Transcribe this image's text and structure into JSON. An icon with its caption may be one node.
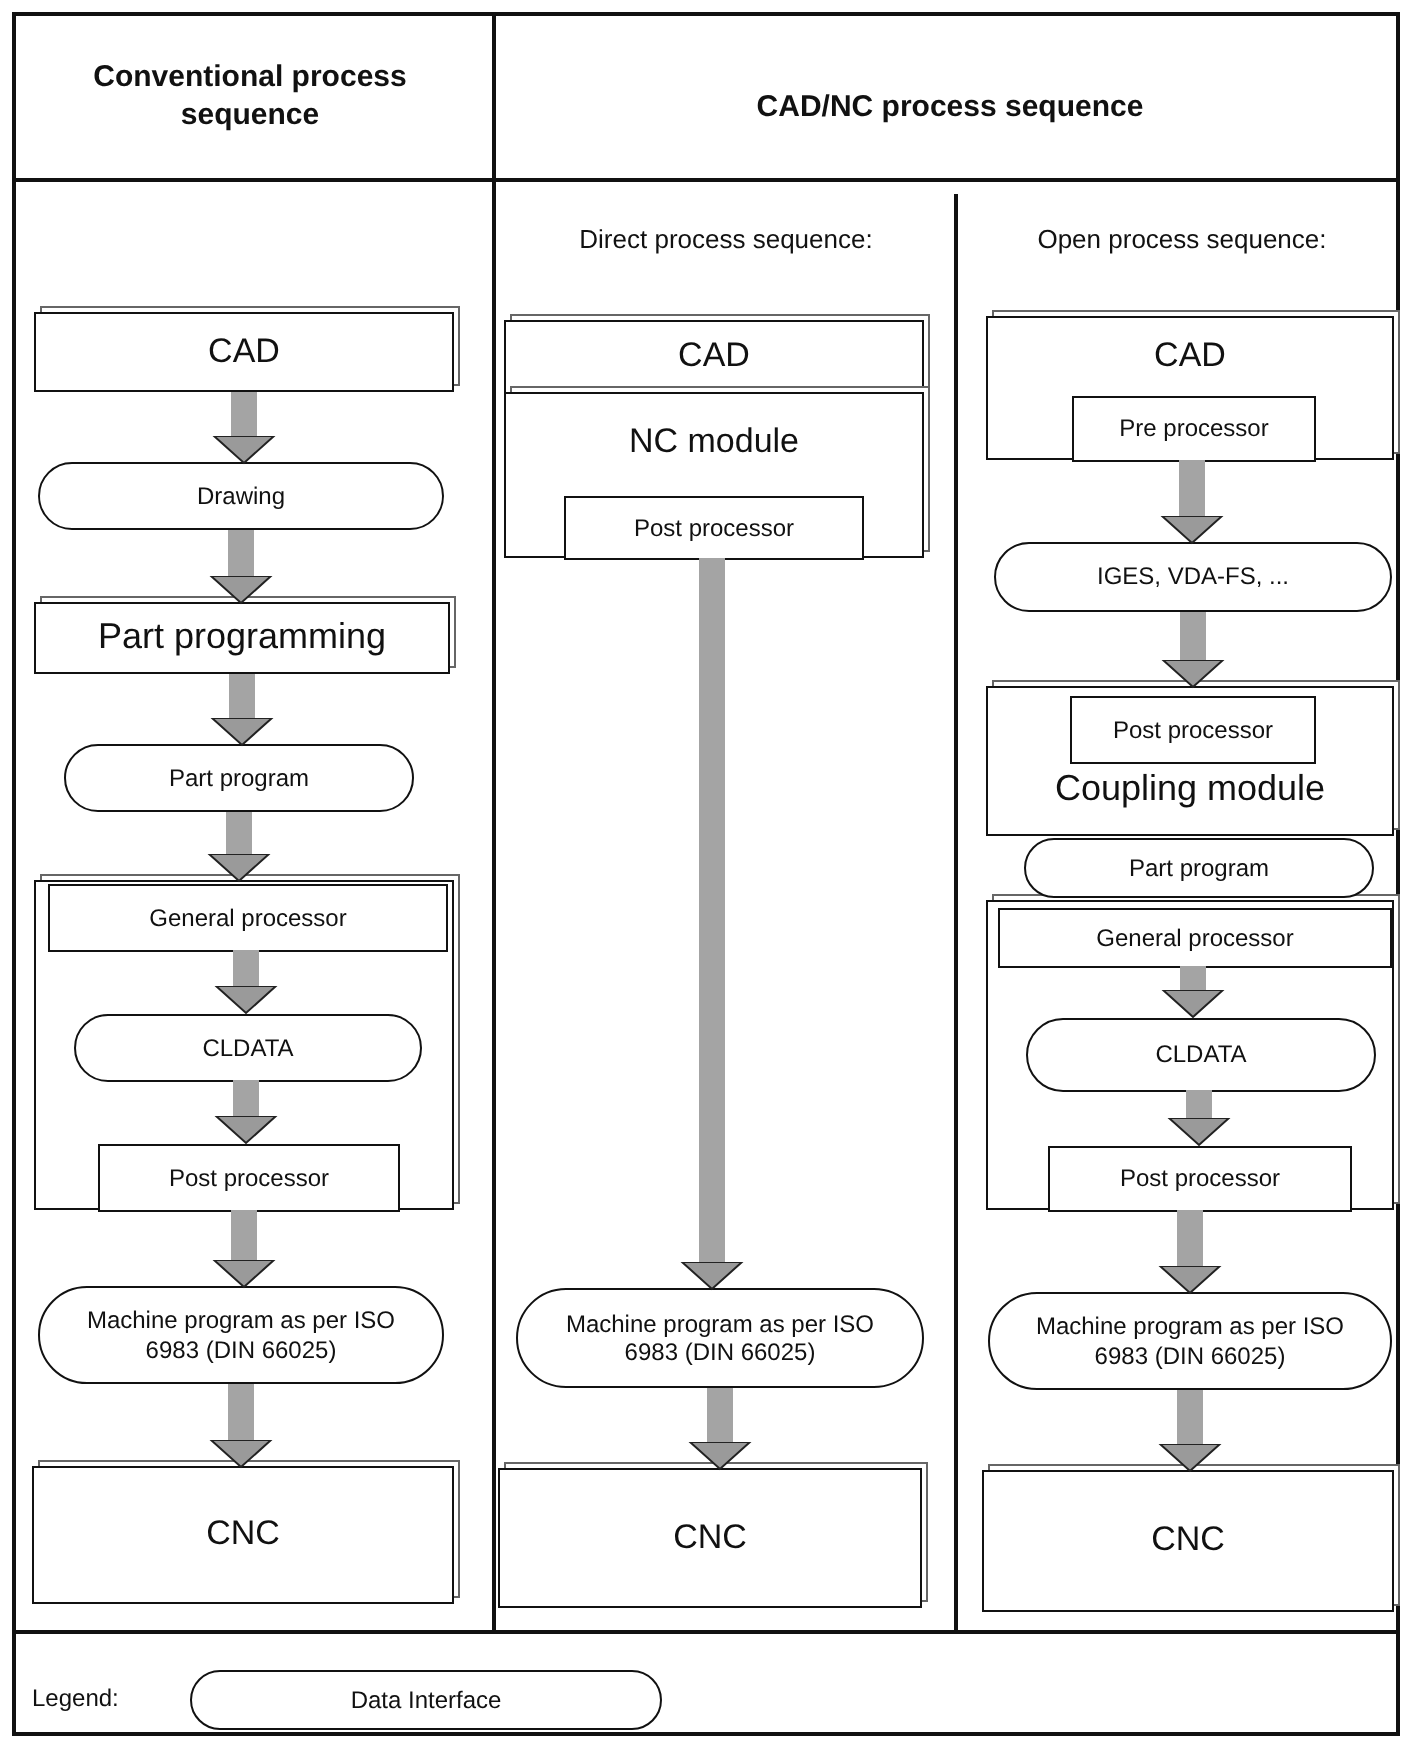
{
  "diagram": {
    "nodes": [
      {
        "text": [
          "CAD"
        ]
      },
      {
        "text": [
          "Drawing"
        ]
      },
      {
        "text": [
          "Part programming"
        ]
      },
      {
        "text": [
          "Part program"
        ]
      },
      {
        "text": [],
        "shape": "box"
      },
      {
        "text": [
          "General processor"
        ],
        "in": 4
      },
      {
        "text": [
          "CLDATA"
        ],
        "in": 4
      },
      {
        "text": [
          "Post processor"
        ],
        "in": 4
      },
      {
        "text": [
          "Machine program as per ISO 6983 (DIN 66025)"
        ]
      },
      {
        "text": [
          "CNC"
        ]
      },
      {
        "text": [
          "CAD"
        ]
      },
      {
        "text": [
          "NC module"
        ]
      },
      {
        "text": [
          "Post processor"
        ],
        "in": 11
      },
      {
        "text": [
          "Machine program as per ISO 6983 (DIN 66025)"
        ]
      },
      {
        "text": [
          "CNC"
        ]
      },
      {
        "text": [
          "CAD"
        ]
      },
      {
        "text": [
          "Pre processor"
        ],
        "in": 15
      },
      {
        "text": [
          "IGES, VDA-FS, ..."
        ]
      },
      {
        "text": [
          "Coupling module"
        ]
      },
      {
        "text": [
          "Post processor"
        ],
        "in": 18
      },
      {
        "text": [
          "Part program"
        ]
      },
      {
        "text": [],
        "shape": "box"
      },
      {
        "text": [
          "General processor"
        ],
        "in": 21
      },
      {
        "text": [
          "CLDATA"
        ],
        "in": 21
      },
      {
        "text": [
          "Post processor"
        ],
        "in": 21
      },
      {
        "text": [
          "Machine program as per ISO 6983 (DIN 66025)"
        ]
      },
      {
        "text": [
          "CNC"
        ]
      }
    ],
    "edges": [
      {
        "from": 0,
        "to": 1,
        "arrow": "to"
      },
      {
        "from": 1,
        "to": 2,
        "arrow": "to"
      },
      {
        "from": 2,
        "to": 3,
        "arrow": "to"
      },
      {
        "from": 3,
        "to": 4,
        "arrow": "to"
      },
      {
        "from": 5,
        "to": 6,
        "arrow": "to"
      },
      {
        "from": 6,
        "to": 7,
        "arrow": "to"
      },
      {
        "from": 4,
        "to": 8,
        "arrow": "to"
      },
      {
        "from": 8,
        "to": 9,
        "arrow": "to"
      },
      {
        "from": 12,
        "to": 13,
        "arrow": "to"
      },
      {
        "from": 13,
        "to": 14,
        "arrow": "to"
      },
      {
        "from": 16,
        "to": 17,
        "arrow": "to"
      },
      {
        "from": 17,
        "to": 18,
        "arrow": "to"
      },
      {
        "from": 22,
        "to": 23,
        "arrow": "to"
      },
      {
        "from": 23,
        "to": 24,
        "arrow": "to"
      },
      {
        "from": 21,
        "to": 25,
        "arrow": "to"
      },
      {
        "from": 25,
        "to": 26,
        "arrow": "to"
      }
    ],
    "labels": [
      "Conventional process sequence",
      "CAD/NC process sequence",
      "Direct process sequence:",
      "Open process sequence:",
      "Legend:"
    ],
    "legend": [
      {
        "text": "Data Interface"
      }
    ]
  }
}
